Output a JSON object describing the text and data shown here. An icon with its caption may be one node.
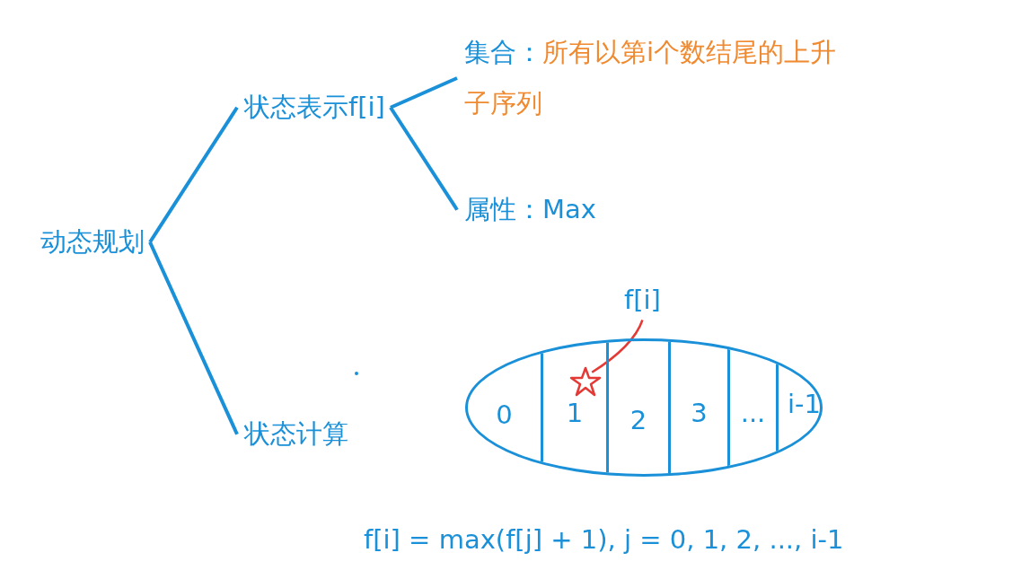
{
  "diagram": {
    "nodes": [
      {
        "text": [
          "动态规划"
        ]
      },
      {
        "text": [
          "状态表示f[i]"
        ]
      },
      {
        "text": [
          "集合：",
          "所有以第i个数结尾的上升子序列"
        ]
      },
      {
        "text": [
          "属性：Max"
        ]
      },
      {
        "text": [
          "状态计算"
        ]
      },
      {
        "text": [
          "f[i]"
        ]
      },
      {
        "text": [],
        "shape": "ellipse"
      },
      {
        "text": [
          "0"
        ],
        "in": 6
      },
      {
        "text": [
          "1"
        ],
        "in": 6
      },
      {
        "text": [
          "2"
        ],
        "in": 6
      },
      {
        "text": [
          "3"
        ],
        "in": 6
      },
      {
        "text": [
          "..."
        ],
        "in": 6
      },
      {
        "text": [
          "i-1"
        ],
        "in": 6
      },
      {
        "text": [],
        "shape": "star",
        "in": 8
      }
    ],
    "edges": [
      {
        "from": 0,
        "to": 1,
        "arrow": "none"
      },
      {
        "from": 0,
        "to": 4,
        "arrow": "none"
      },
      {
        "from": 1,
        "to": 2,
        "arrow": "none"
      },
      {
        "from": 1,
        "to": 3,
        "arrow": "none"
      },
      {
        "from": 5,
        "to": 13,
        "arrow": "none",
        "color": "#e53935"
      }
    ],
    "labels": [
      "f[i] = max(f[j] + 1), j = 0, 1, 2, ..., i-1"
    ]
  }
}
